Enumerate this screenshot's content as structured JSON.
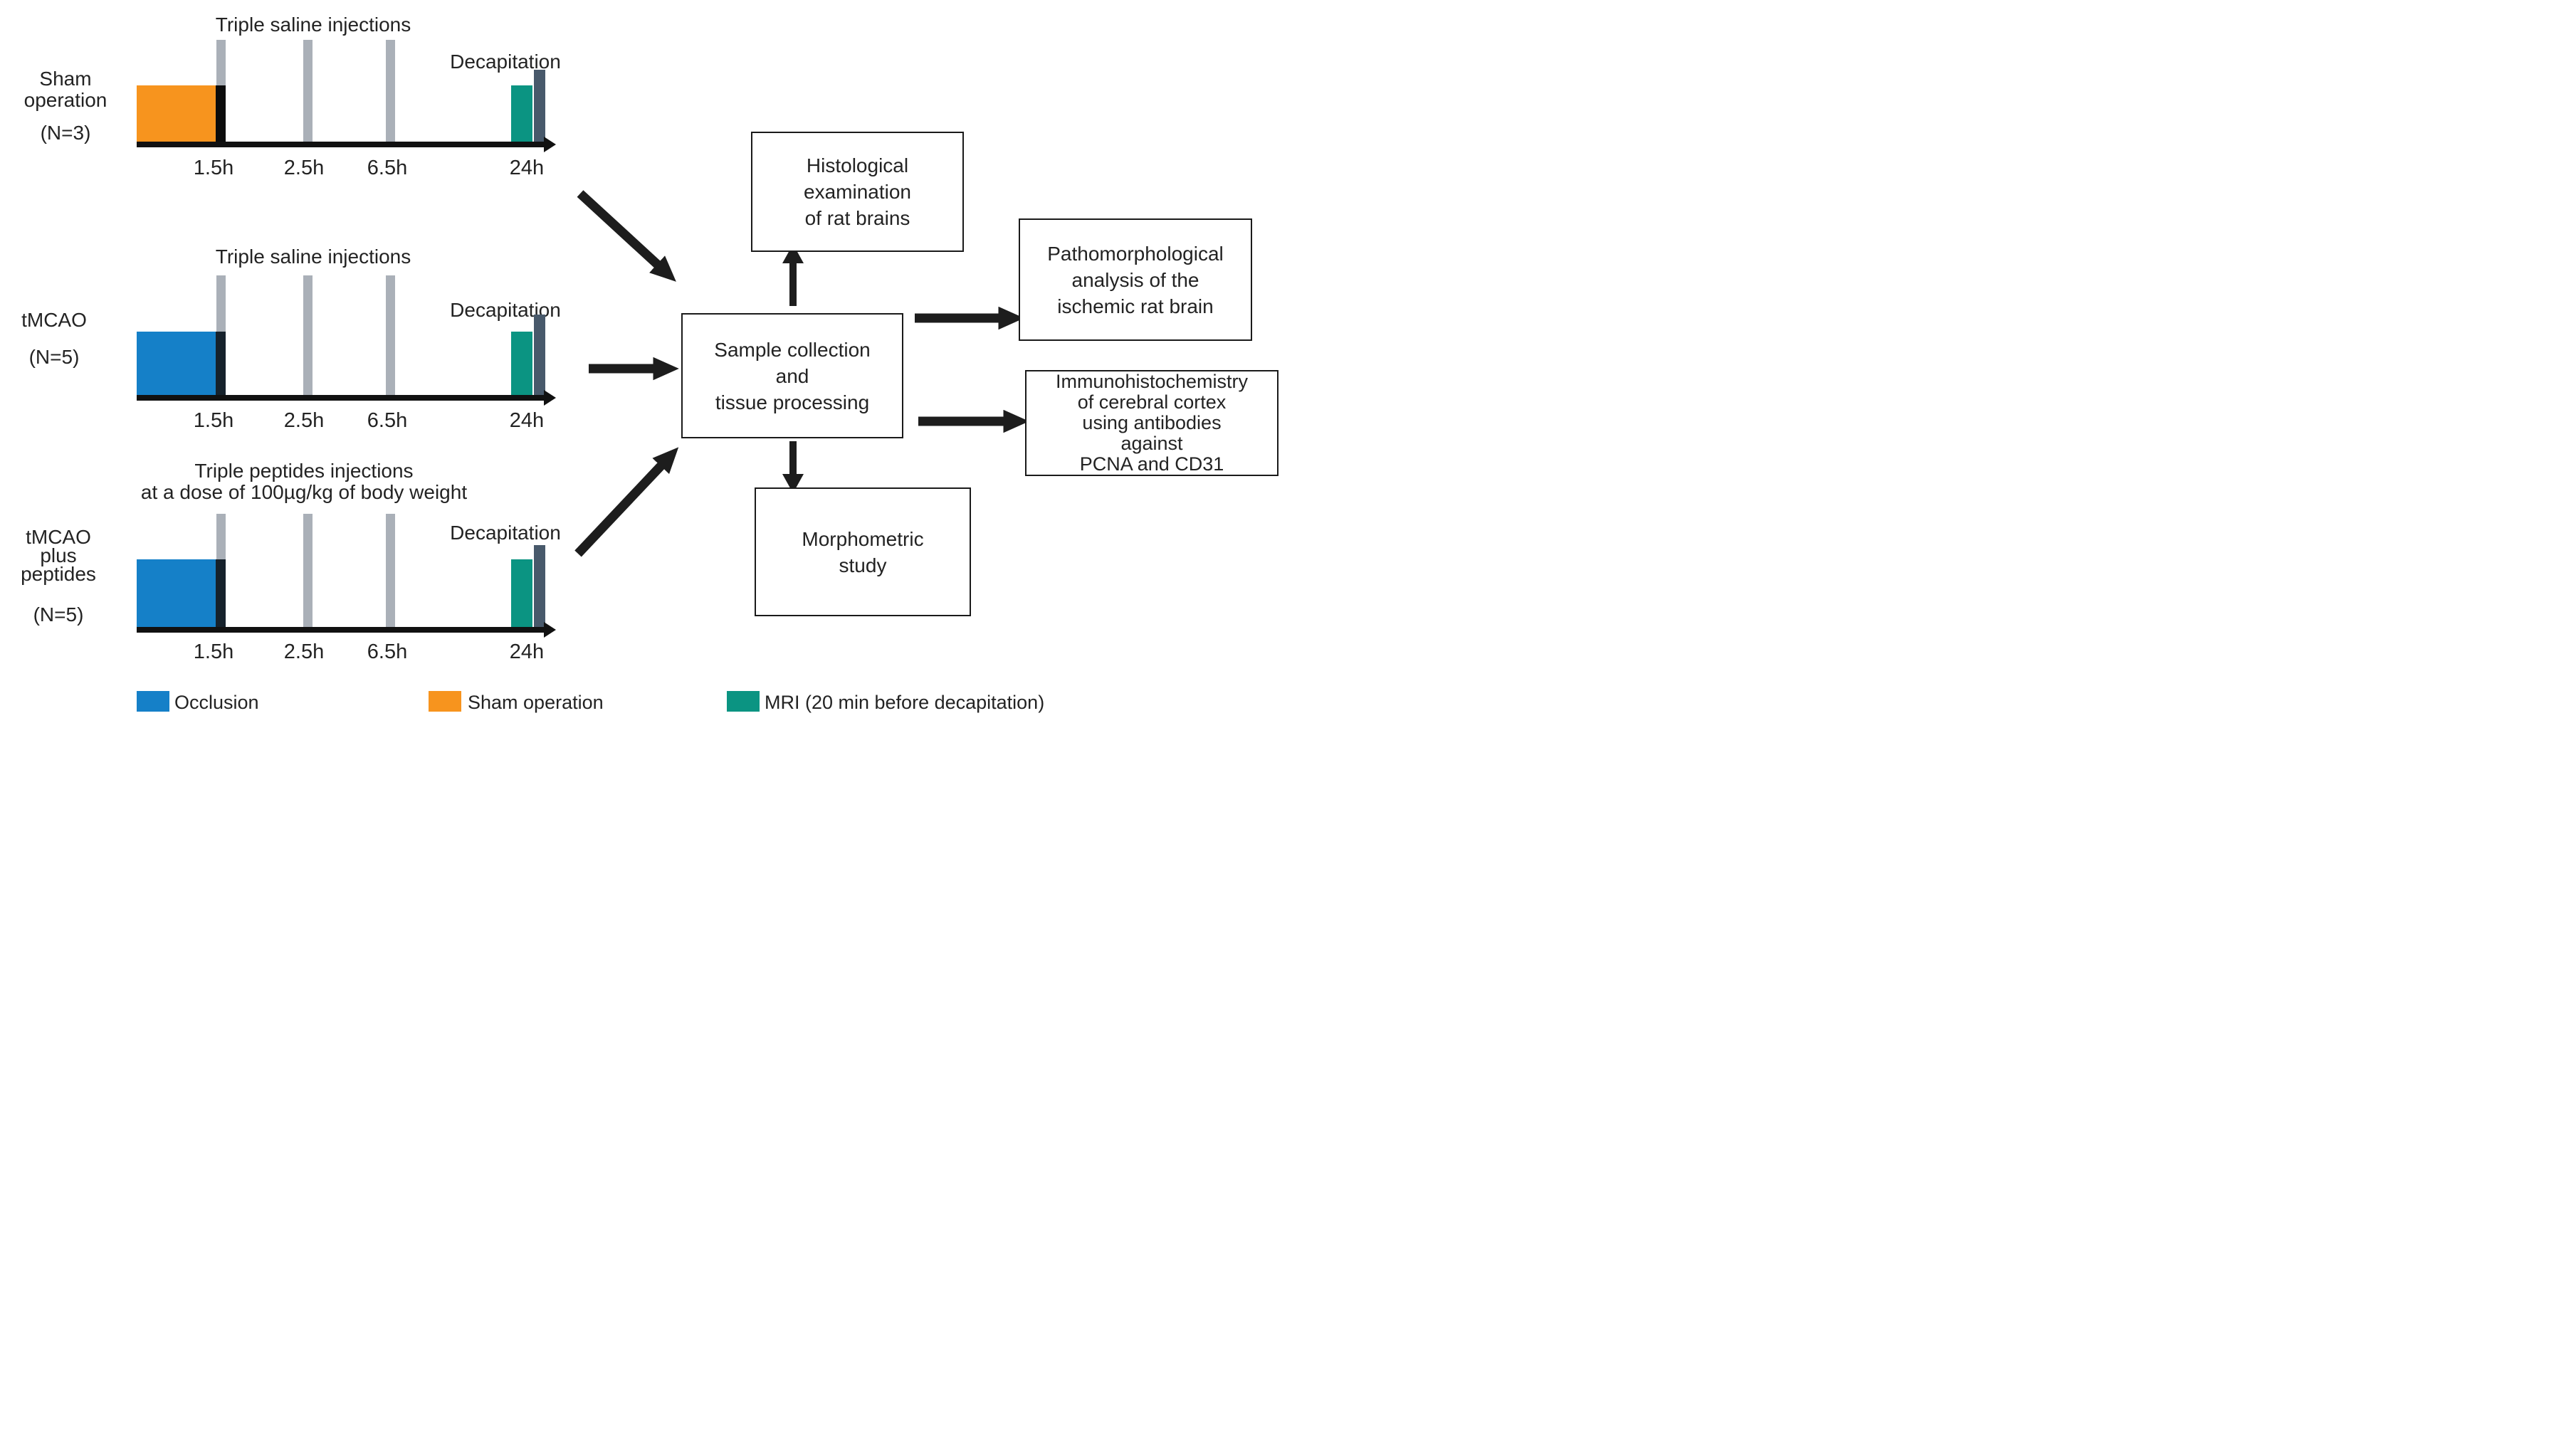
{
  "figure": {
    "background": "#ffffff",
    "text_color": "#232323"
  },
  "colors": {
    "occlusion_blue": "#1580C8",
    "sham_orange": "#F7941E",
    "mri_teal": "#0B9482",
    "decapitation_slate": "#48596B",
    "injection_gray": "#AAB0B8",
    "axis_black": "#111111",
    "arrow_black": "#1d1d1d"
  },
  "timelines": [
    {
      "group_label": "Sham\noperation",
      "n_label": "(N=3)",
      "title": "Triple saline injections",
      "event_label": "Decapitation",
      "ticks": [
        "1.5h",
        "2.5h",
        "6.5h",
        "24h"
      ],
      "bar_meaning": "Sham operation"
    },
    {
      "group_label": "tMCAO",
      "n_label": "(N=5)",
      "title": "Triple saline injections",
      "event_label": "Decapitation",
      "ticks": [
        "1.5h",
        "2.5h",
        "6.5h",
        "24h"
      ],
      "bar_meaning": "Occlusion"
    },
    {
      "group_label": "tMCAO\nplus\npeptides",
      "n_label": "(N=5)",
      "title": "Triple peptides injections\nat a dose of 100µg/kg of body weight",
      "event_label": "Decapitation",
      "ticks": [
        "1.5h",
        "2.5h",
        "6.5h",
        "24h"
      ],
      "bar_meaning": "Occlusion"
    }
  ],
  "flowchart": {
    "sample_box": "Sample collection\nand\ntissue processing",
    "histology_box": "Histological\nexamination\nof rat brains",
    "morphometric_box": "Morphometric\nstudy",
    "pathomorphology_box": "Pathomorphological\nanalysis of the\nischemic rat brain",
    "immunohistochemistry_box": "Immunohistochemistry\nof cerebral cortex\nusing antibodies\nagainst\nPCNA and CD31"
  },
  "legend": {
    "occlusion": "Occlusion",
    "sham": "Sham operation",
    "mri": "MRI (20 min before decapitation)"
  }
}
